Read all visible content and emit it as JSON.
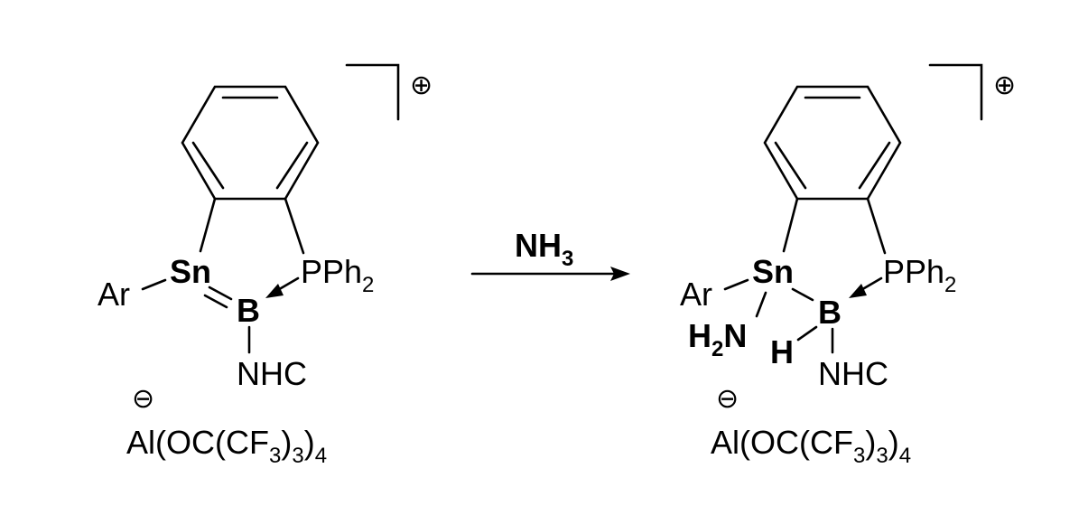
{
  "colors": {
    "tin": "#4a7ebb",
    "boron": "#f0892e",
    "ink": "#000000"
  },
  "reagent": {
    "text": "NH",
    "sub": "3"
  },
  "left": {
    "charge": "⊕",
    "ar": "Ar",
    "sn": "Sn",
    "b": "B",
    "pph": "PPh",
    "pph_sub": "2",
    "nhc": "NHC",
    "anion_charge": "⊖",
    "anion": {
      "a": "Al(OC(CF",
      "s1": "3",
      "b": ")",
      "s2": "3",
      "c": ")",
      "s3": "4"
    }
  },
  "right": {
    "charge": "⊕",
    "ar": "Ar",
    "sn": "Sn",
    "b": "B",
    "pph": "PPh",
    "pph_sub": "2",
    "nh2": {
      "h": "H",
      "sub": "2",
      "n": "N"
    },
    "h": "H",
    "nhc": "NHC",
    "anion_charge": "⊖",
    "anion": {
      "a": "Al(OC(CF",
      "s1": "3",
      "b": ")",
      "s2": "3",
      "c": ")",
      "s3": "4"
    }
  }
}
